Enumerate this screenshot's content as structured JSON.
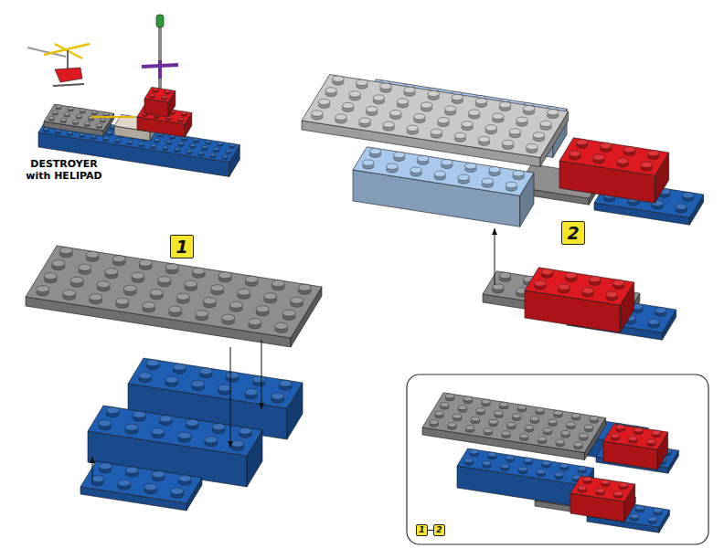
{
  "diagram": {
    "nodes": [
      {
        "text": [
          "1"
        ]
      },
      {
        "text": [
          "2"
        ]
      },
      {
        "text": [
          "1"
        ]
      },
      {
        "text": [
          "2"
        ]
      }
    ],
    "edges": [
      {
        "from": 2,
        "to": 3,
        "arrow": "none"
      }
    ],
    "labels": [
      "DESTROYER with HELIPAD"
    ]
  }
}
